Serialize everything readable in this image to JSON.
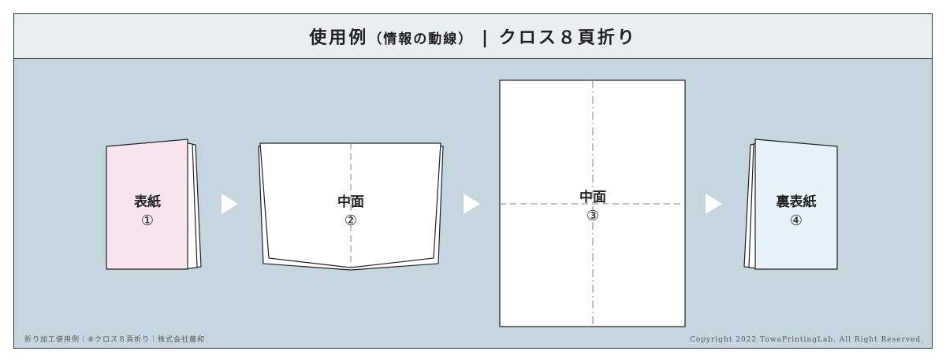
{
  "header": {
    "title_main": "使用例",
    "title_paren": "（情報の動線）",
    "title_separator": "|",
    "title_tail": "クロス８頁折り"
  },
  "pages": [
    {
      "name": "表紙",
      "number": "①",
      "color": "#f8e4ee"
    },
    {
      "name": "中面",
      "number": "②",
      "color": "#ffffff"
    },
    {
      "name": "中面",
      "number": "③",
      "color": "#ffffff"
    },
    {
      "name": "裏表紙",
      "number": "④",
      "color": "#e6f3fb"
    }
  ],
  "footer": {
    "left": "折り加工使用例｜⑧クロス８頁折り｜株式会社藤和",
    "right": "Copyright 2022 TowaPrintingLab. All Right Reserved."
  },
  "colors": {
    "panel_background": "#c5d6df",
    "header_background": "#e9eef1",
    "arrow": "#ffffff"
  },
  "icons": {
    "flow_arrow": "play-triangle-icon"
  }
}
